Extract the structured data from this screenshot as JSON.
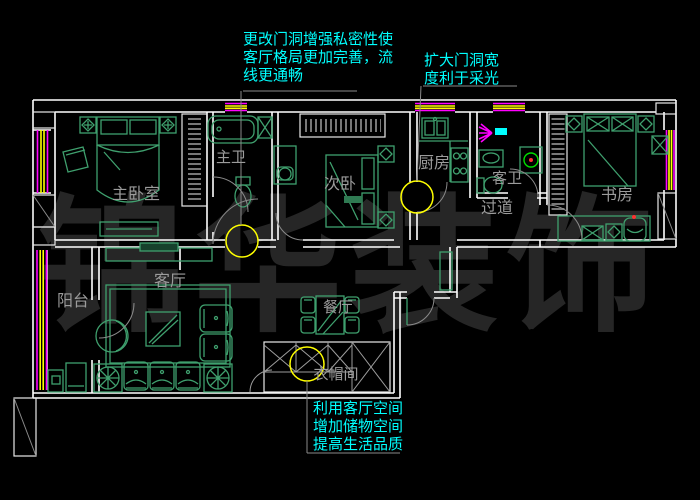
{
  "app": {
    "type": "cad-floor-plan",
    "background": "#000000"
  },
  "colors": {
    "walls": "#ffffff",
    "furniture": "#3fa06e",
    "window_magenta": "#ff00ff",
    "window_yellow": "#ffff00",
    "annotation_text": "#00ffff",
    "room_label": "#9c9c9c",
    "door_arc": "#8a8a8a",
    "highlight_circle": "#ffff00",
    "watermark": "#262626",
    "washer_accent_green": "#00e000",
    "accent_red": "#ff3030",
    "mirror_cyan": "#00ffff"
  },
  "watermark": {
    "text": "锦华装饰"
  },
  "rooms": [
    {
      "label": "主卧室"
    },
    {
      "label": "主卫"
    },
    {
      "label": "次卧"
    },
    {
      "label": "厨房"
    },
    {
      "label": "客卫"
    },
    {
      "label": "过道"
    },
    {
      "label": "书房"
    },
    {
      "label": "阳台"
    },
    {
      "label": "客厅"
    },
    {
      "label": "餐厅"
    },
    {
      "label": "衣帽间"
    }
  ],
  "annotations": [
    {
      "id": "door-privacy-note",
      "lines": [
        "更改门洞增强私密性使",
        "客厅格局更加完善，流",
        "线更通畅"
      ]
    },
    {
      "id": "door-widen-note",
      "lines": [
        "扩大门洞宽",
        "度利于采光"
      ]
    },
    {
      "id": "storage-note",
      "lines": [
        "利用客厅空间",
        "增加储物空间",
        "提高生活品质"
      ]
    }
  ],
  "highlight_circles": [
    {
      "purpose": "changed living-room door opening"
    },
    {
      "purpose": "widened kitchen door opening"
    },
    {
      "purpose": "new cloakroom storage"
    }
  ]
}
